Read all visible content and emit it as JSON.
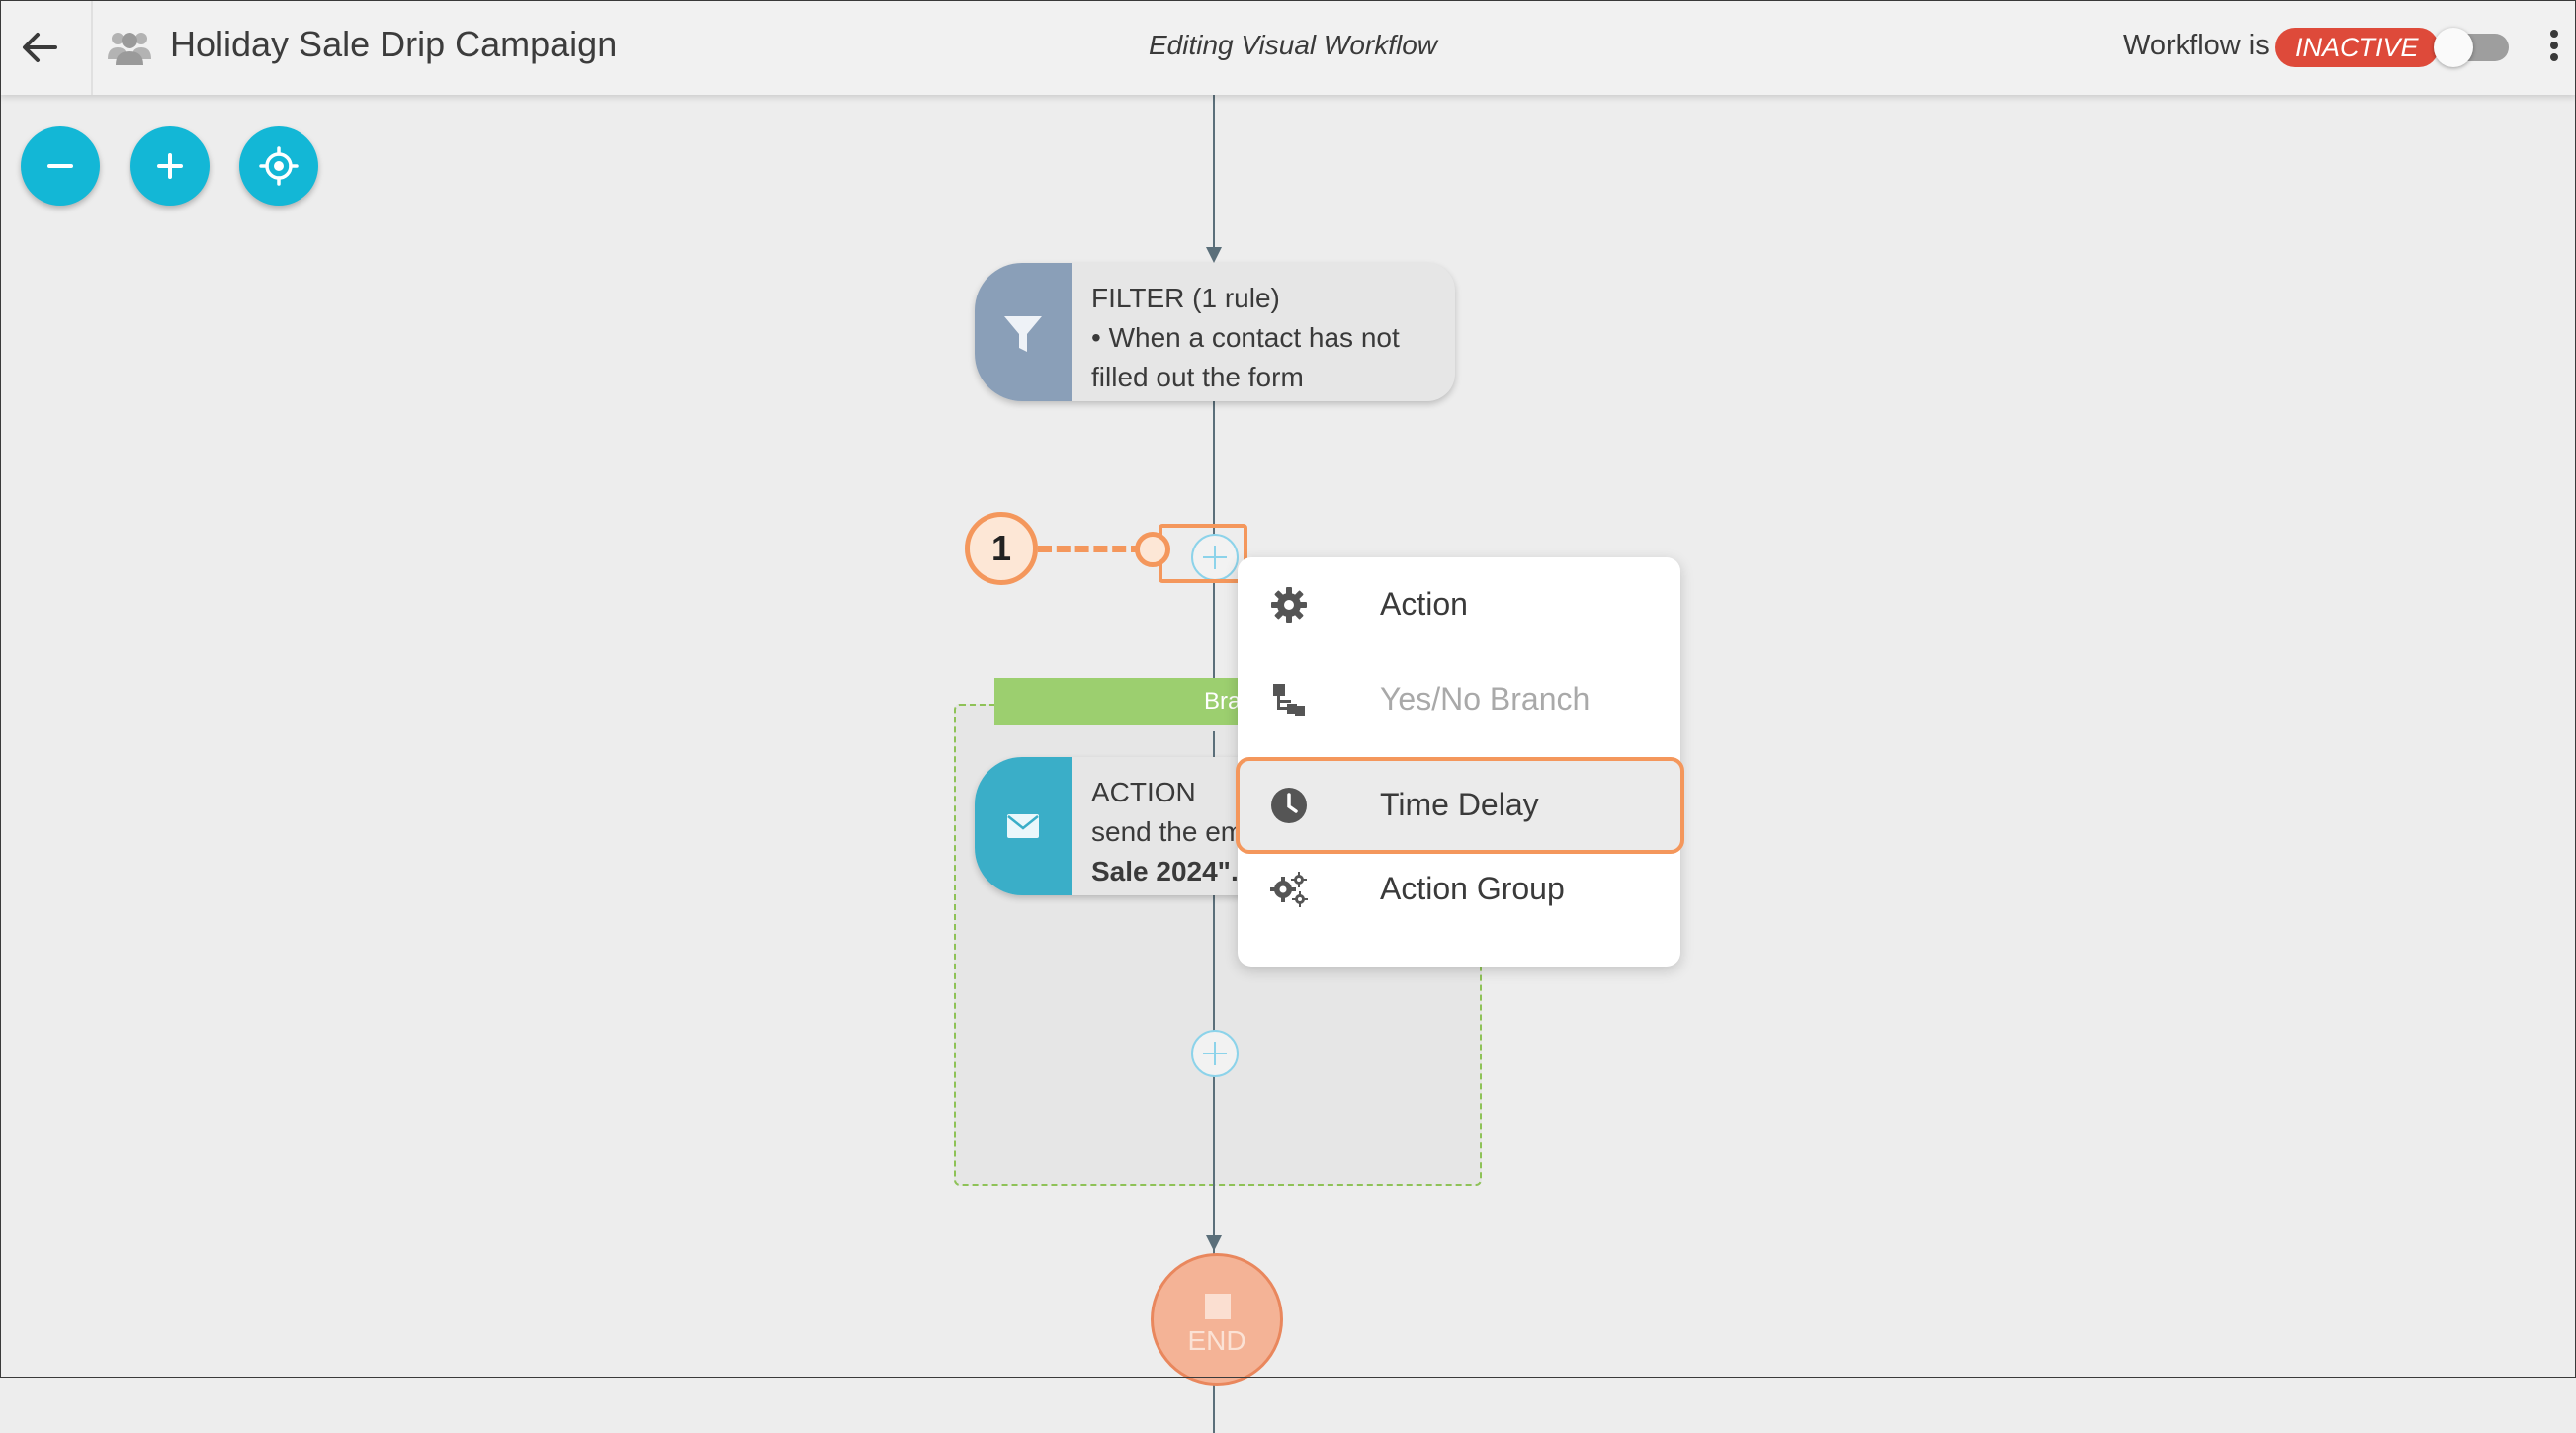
{
  "header": {
    "campaign_title": "Holiday Sale Drip Campaign",
    "editing_label": "Editing Visual Workflow",
    "workflow_status_prefix": "Workflow is",
    "workflow_status": "INACTIVE",
    "toggle_on": false
  },
  "zoom_controls": {
    "icons": [
      "minus-icon",
      "plus-icon",
      "target-icon"
    ]
  },
  "filter_node": {
    "title": "FILTER (1 rule)",
    "rule_line1": "• When a contact has not",
    "rule_line2": "filled out the form",
    "icon": "filter-icon"
  },
  "branch": {
    "label": "Branch"
  },
  "action_node": {
    "title": "ACTION",
    "line1": "send the em",
    "line2": "Sale 2024\".",
    "icon": "envelope-icon"
  },
  "annotation": {
    "step": "1"
  },
  "add_menu": {
    "items": [
      {
        "label": "Action",
        "icon": "gear-icon",
        "enabled": true
      },
      {
        "label": "Yes/No Branch",
        "icon": "branch-icon",
        "enabled": false
      },
      {
        "label": "Time Delay",
        "icon": "clock-icon",
        "enabled": true,
        "highlighted": true
      },
      {
        "label": "Action Group",
        "icon": "gears-icon",
        "enabled": true
      }
    ]
  },
  "end_node": {
    "label": "END"
  },
  "colors": {
    "accent": "#13b7d6",
    "inactive_badge": "#de4a3a",
    "highlight": "#f4975c",
    "branch_green": "#9ccf6f",
    "filter_node": "#8a9fb8",
    "action_node": "#3aaec8",
    "end_node": "#f4b396"
  }
}
